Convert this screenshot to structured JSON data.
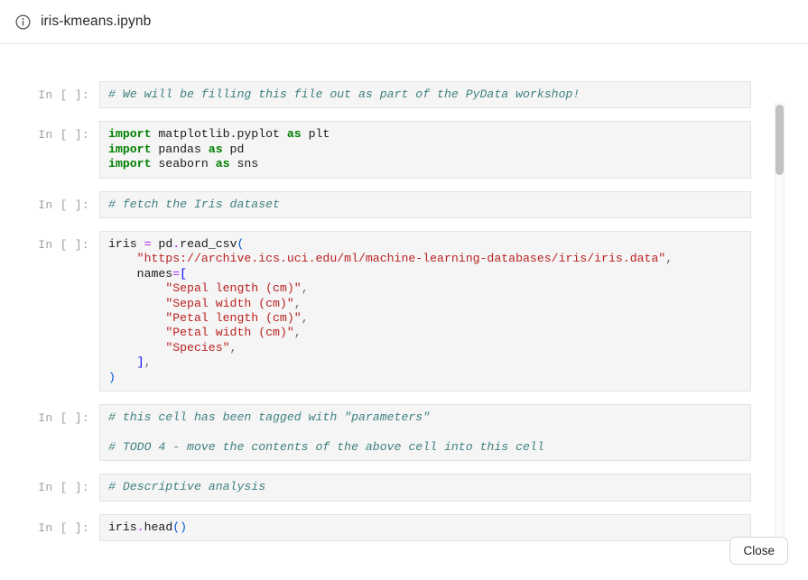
{
  "header": {
    "icon": "info-circle-icon",
    "title": "iris-kmeans.ipynb"
  },
  "notebook": {
    "prompt_label": "In [ ]:",
    "cells": [
      {
        "id": "cell-comment-intro",
        "prompt": "In [ ]:",
        "lines": [
          [
            {
              "t": "comment",
              "v": "# We will be filling this file out as part of the PyData workshop!"
            }
          ]
        ]
      },
      {
        "id": "cell-imports",
        "prompt": "In [ ]:",
        "lines": [
          [
            {
              "t": "kw",
              "v": "import"
            },
            {
              "t": "plain",
              "v": " matplotlib.pyplot "
            },
            {
              "t": "kw",
              "v": "as"
            },
            {
              "t": "plain",
              "v": " plt"
            }
          ],
          [
            {
              "t": "kw",
              "v": "import"
            },
            {
              "t": "plain",
              "v": " pandas "
            },
            {
              "t": "kw",
              "v": "as"
            },
            {
              "t": "plain",
              "v": " pd"
            }
          ],
          [
            {
              "t": "kw",
              "v": "import"
            },
            {
              "t": "plain",
              "v": " seaborn "
            },
            {
              "t": "kw",
              "v": "as"
            },
            {
              "t": "plain",
              "v": " sns"
            }
          ]
        ]
      },
      {
        "id": "cell-comment-fetch",
        "prompt": "In [ ]:",
        "lines": [
          [
            {
              "t": "comment",
              "v": "# fetch the Iris dataset"
            }
          ]
        ]
      },
      {
        "id": "cell-read-csv",
        "prompt": "In [ ]:",
        "lines": [
          [
            {
              "t": "plain",
              "v": "iris "
            },
            {
              "t": "op",
              "v": "="
            },
            {
              "t": "plain",
              "v": " pd"
            },
            {
              "t": "dot",
              "v": "."
            },
            {
              "t": "plain",
              "v": "read_csv"
            },
            {
              "t": "paren",
              "v": "("
            }
          ],
          [
            {
              "t": "plain",
              "v": "    "
            },
            {
              "t": "str",
              "v": "\"https://archive.ics.uci.edu/ml/machine-learning-databases/iris/iris.data\""
            },
            {
              "t": "punct",
              "v": ","
            }
          ],
          [
            {
              "t": "plain",
              "v": "    names"
            },
            {
              "t": "op",
              "v": "="
            },
            {
              "t": "brk",
              "v": "["
            }
          ],
          [
            {
              "t": "plain",
              "v": "        "
            },
            {
              "t": "str",
              "v": "\"Sepal length (cm)\""
            },
            {
              "t": "punct",
              "v": ","
            }
          ],
          [
            {
              "t": "plain",
              "v": "        "
            },
            {
              "t": "str",
              "v": "\"Sepal width (cm)\""
            },
            {
              "t": "punct",
              "v": ","
            }
          ],
          [
            {
              "t": "plain",
              "v": "        "
            },
            {
              "t": "str",
              "v": "\"Petal length (cm)\""
            },
            {
              "t": "punct",
              "v": ","
            }
          ],
          [
            {
              "t": "plain",
              "v": "        "
            },
            {
              "t": "str",
              "v": "\"Petal width (cm)\""
            },
            {
              "t": "punct",
              "v": ","
            }
          ],
          [
            {
              "t": "plain",
              "v": "        "
            },
            {
              "t": "str",
              "v": "\"Species\""
            },
            {
              "t": "punct",
              "v": ","
            }
          ],
          [
            {
              "t": "plain",
              "v": "    "
            },
            {
              "t": "brk",
              "v": "]"
            },
            {
              "t": "punct",
              "v": ","
            }
          ],
          [
            {
              "t": "paren",
              "v": ")"
            }
          ]
        ]
      },
      {
        "id": "cell-parameters-tagged",
        "prompt": "In [ ]:",
        "lines": [
          [
            {
              "t": "comment",
              "v": "# this cell has been tagged with \"parameters\""
            }
          ],
          [
            {
              "t": "plain",
              "v": ""
            }
          ],
          [
            {
              "t": "comment",
              "v": "# TODO 4 - move the contents of the above cell into this cell"
            }
          ]
        ]
      },
      {
        "id": "cell-comment-descriptive",
        "prompt": "In [ ]:",
        "lines": [
          [
            {
              "t": "comment",
              "v": "# Descriptive analysis"
            }
          ]
        ]
      },
      {
        "id": "cell-iris-head",
        "prompt": "In [ ]:",
        "lines": [
          [
            {
              "t": "plain",
              "v": "iris"
            },
            {
              "t": "dot",
              "v": "."
            },
            {
              "t": "plain",
              "v": "head"
            },
            {
              "t": "paren",
              "v": "()"
            }
          ]
        ]
      }
    ]
  },
  "footer": {
    "close_label": "Close"
  },
  "scrollbar": {
    "name": "vertical-scrollbar"
  },
  "colors": {
    "comment": "#408080",
    "keyword": "#008000",
    "string": "#ba2121",
    "operator": "#aa22ff",
    "bracket": "#0000ff",
    "cell_bg": "#f5f5f5",
    "cell_border": "#e2e2e2",
    "prompt": "#a0a0a0",
    "page_bg": "#ffffff"
  }
}
